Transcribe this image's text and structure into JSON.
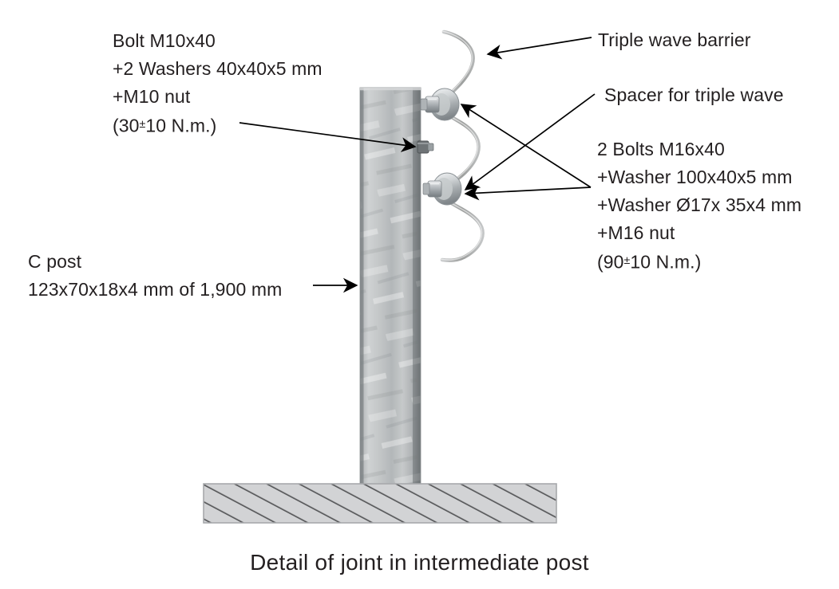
{
  "diagram": {
    "caption": "Detail of joint in intermediate post",
    "callouts": {
      "bolt_m10": {
        "name": "Bolt M10x40 assembly",
        "lines": [
          "Bolt M10x40",
          "+2 Washers 40x40x5 mm",
          "+M10 nut",
          "(30±10 N.m.)"
        ],
        "torque_value": "30",
        "torque_tolerance": "10",
        "torque_unit": "N.m."
      },
      "c_post": {
        "name": "C post",
        "lines": [
          "C post",
          "123x70x18x4 mm of 1,900 mm"
        ],
        "section": "123x70x18x4 mm",
        "length": "1,900 mm"
      },
      "triple_wave": {
        "name": "Triple wave barrier",
        "lines": [
          "Triple wave barrier"
        ]
      },
      "spacer": {
        "name": "Spacer for triple wave",
        "lines": [
          "Spacer for triple wave"
        ]
      },
      "bolts_m16": {
        "name": "2 Bolts M16x40 assembly",
        "lines": [
          "2 Bolts M16x40",
          "+Washer 100x40x5 mm",
          "+Washer Ø17x 35x4 mm",
          "+M16 nut",
          "(90±10 N.m.)"
        ],
        "torque_value": "90",
        "torque_tolerance": "10",
        "torque_unit": "N.m."
      }
    },
    "parts": {
      "post_label": "galvanized-c-post",
      "rail_label": "triple-wave-rail-profile",
      "ground_label": "hatched-ground",
      "bolt_upper_label": "upper-m16-bolt-assembly",
      "bolt_middle_label": "middle-m10-bolt",
      "bolt_lower_label": "lower-m16-bolt-assembly"
    },
    "colors": {
      "text": "#231f20",
      "leader_line": "#000000",
      "post_fill": "#b9bcbd",
      "post_edge": "#6d7173",
      "rail_stroke": "#a7a8a6",
      "ground_fill": "#d2d3d5",
      "ground_hatch": "#58595b",
      "ground_border": "#a7a9ac",
      "hardware_light": "#e8eaeb",
      "hardware_mid": "#aeb2b4",
      "hardware_dark": "#7b8083"
    }
  }
}
